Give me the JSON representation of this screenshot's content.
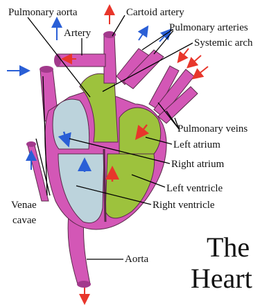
{
  "labels": {
    "pulmonary_aorta": "Pulmonary aorta",
    "cartoid_artery": "Cartoid artery",
    "artery": "Artery",
    "pulmonary_arteries": "Pulmonary arteries",
    "systemic_arch": "Systemic arch",
    "pulmonary_veins": "Pulmonary veins",
    "left_atrium": "Left atrium",
    "right_atrium": "Right atrium",
    "left_ventricle": "Left ventricle",
    "right_ventricle": "Right ventricle",
    "venae": "Venae",
    "cavae": "cavae",
    "aorta": "Aorta"
  },
  "title": {
    "line1": "The",
    "line2": "Heart"
  },
  "colors": {
    "vessel_pink": "#d357b6",
    "vessel_dark": "#a23a8c",
    "right_side_blue": "#bcd3dc",
    "left_side_green": "#9dc23d",
    "arrow_red": "#e8362b",
    "arrow_blue": "#2a5fd6"
  }
}
